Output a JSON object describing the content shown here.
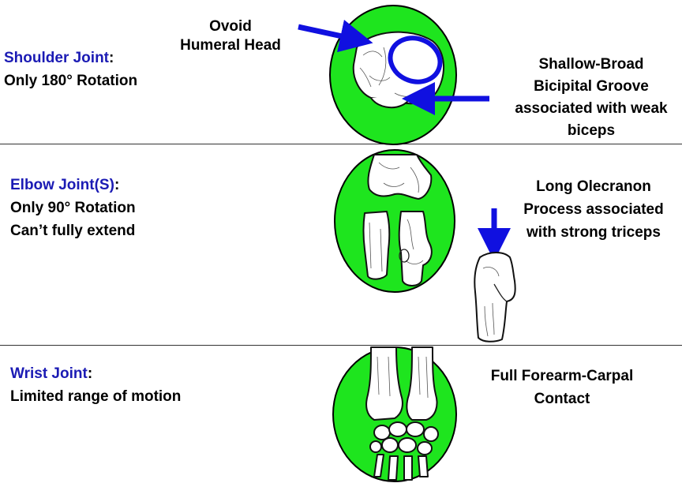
{
  "colors": {
    "circle_fill": "#1ee51e",
    "circle_stroke": "#000000",
    "accent_blue": "#1010e0",
    "title_blue": "#1b1bb4"
  },
  "shoulder": {
    "title": "Shoulder Joint",
    "colon": ":",
    "line1": "Only 180° Rotation",
    "callout_head_1": "Ovoid",
    "callout_head_2": "Humeral Head",
    "callout_groove_1": "Shallow-Broad",
    "callout_groove_2": "Bicipital Groove",
    "callout_groove_3": "associated with weak",
    "callout_groove_4": "biceps"
  },
  "elbow": {
    "title": "Elbow Joint(S)",
    "colon": ":",
    "line1": "Only 90° Rotation",
    "line2": "Can’t fully extend",
    "callout_1": "Long Olecranon",
    "callout_2": "Process associated",
    "callout_3": "with strong triceps"
  },
  "wrist": {
    "title": "Wrist Joint",
    "colon": ":",
    "line1": "Limited range of motion",
    "callout_1": "Full Forearm-Carpal",
    "callout_2": "Contact"
  }
}
